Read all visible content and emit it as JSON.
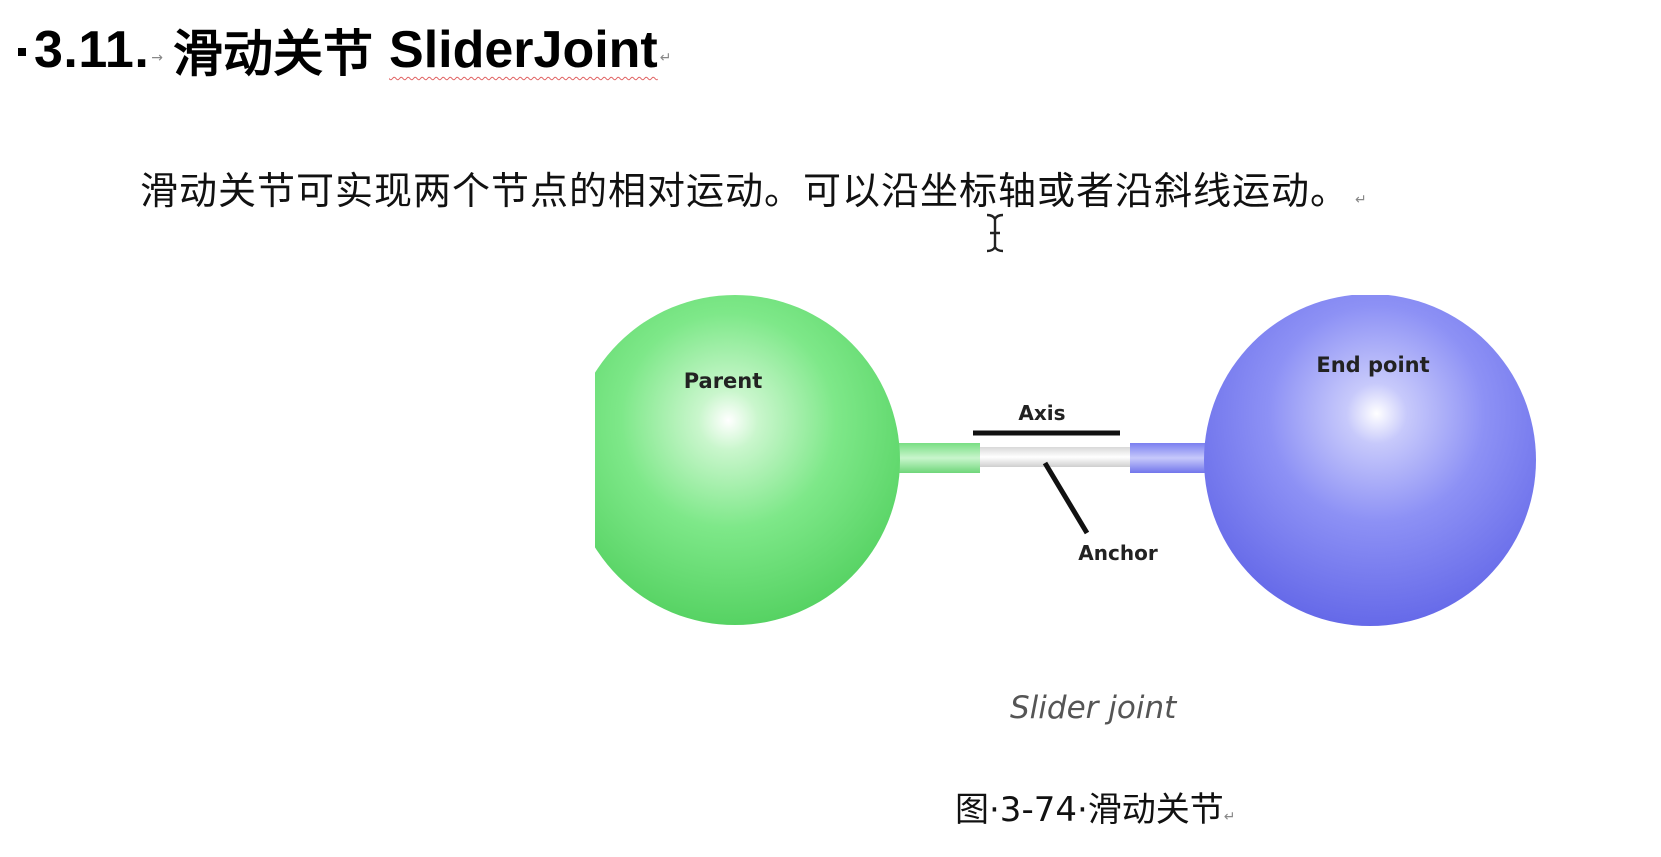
{
  "heading": {
    "number": "3.11.",
    "title_cn": "滑动关节",
    "title_en": "SliderJoint",
    "tab_mark": "→",
    "para_mark": "↵"
  },
  "paragraph": {
    "text": "滑动关节可实现两个节点的相对运动。可以沿坐标轴或者沿斜线运动。",
    "para_mark": "↵"
  },
  "figure": {
    "labels": {
      "parent": "Parent",
      "end_point": "End point",
      "axis": "Axis",
      "anchor": "Anchor"
    },
    "colors": {
      "parent_sphere": "#6ee27a",
      "end_sphere": "#7b80f0",
      "connector_green": "#8fe897",
      "connector_blue": "#8c90f2"
    },
    "caption_en": "Slider joint"
  },
  "caption": {
    "text": "图·3-74·滑动关节",
    "para_mark": "↵"
  },
  "cursor": {
    "icon": "text-cursor-icon"
  }
}
